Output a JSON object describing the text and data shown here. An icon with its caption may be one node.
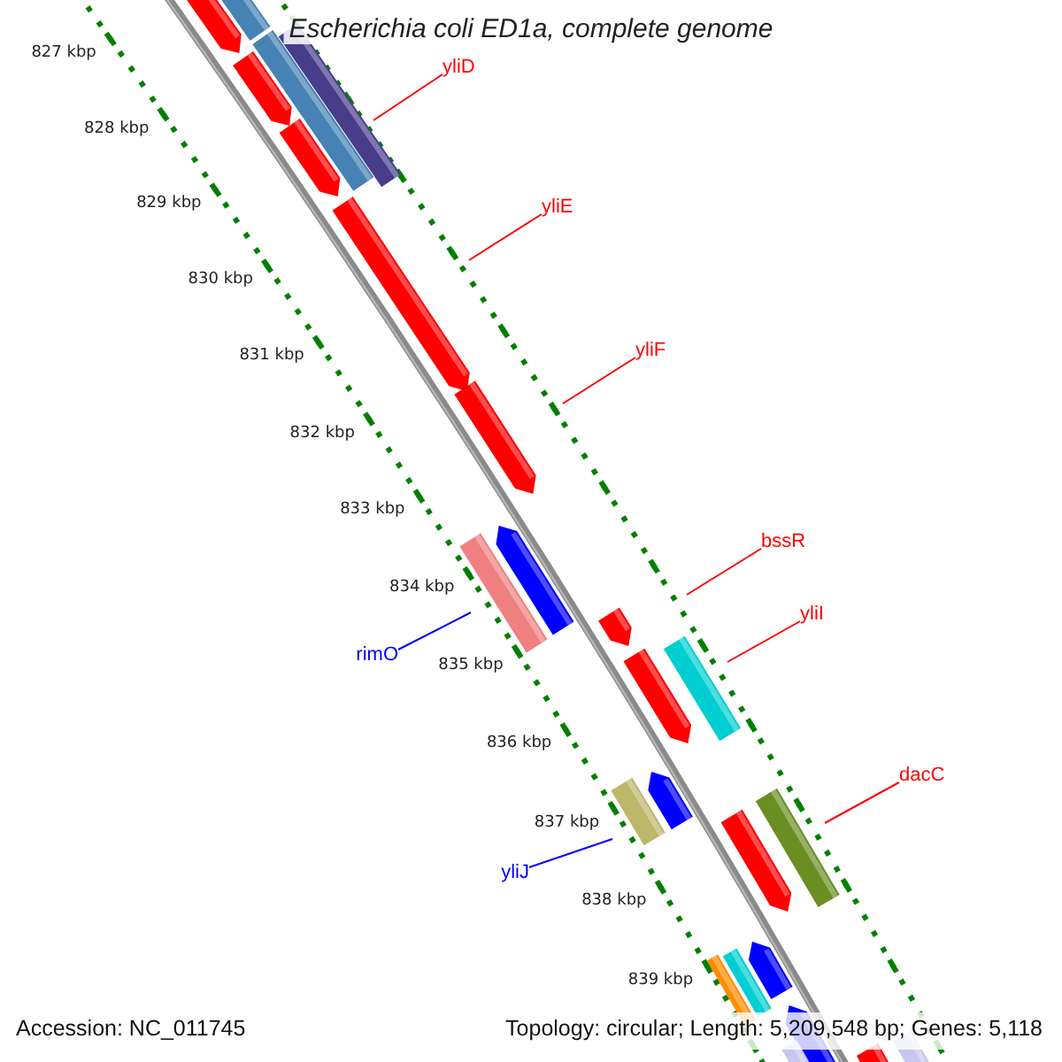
{
  "diagram": {
    "title": "Escherichia coli ED1a, complete genome",
    "nodes": [
      {
        "text": [
          "yliD"
        ]
      },
      {
        "text": [
          "yliE"
        ]
      },
      {
        "text": [
          "yliF"
        ]
      },
      {
        "text": [
          "bssR"
        ]
      },
      {
        "text": [
          "yliI"
        ]
      },
      {
        "text": [
          "dacC"
        ]
      },
      {
        "text": [
          "rimO"
        ]
      },
      {
        "text": [
          "yliJ"
        ]
      }
    ],
    "edges": [
      {
        "from": 0,
        "to": null,
        "arrow": "none"
      },
      {
        "from": 1,
        "to": null,
        "arrow": "none"
      },
      {
        "from": 2,
        "to": null,
        "arrow": "none"
      },
      {
        "from": 3,
        "to": null,
        "arrow": "none"
      },
      {
        "from": 4,
        "to": null,
        "arrow": "none"
      },
      {
        "from": 5,
        "to": null,
        "arrow": "none"
      },
      {
        "from": 6,
        "to": null,
        "arrow": "none",
        "color": "#0000ff"
      },
      {
        "from": 7,
        "to": null,
        "arrow": "none",
        "color": "#0000ff"
      }
    ],
    "labels": [
      "827 kbp",
      "828 kbp",
      "829 kbp",
      "830 kbp",
      "831 kbp",
      "832 kbp",
      "833 kbp",
      "834 kbp",
      "835 kbp",
      "836 kbp",
      "837 kbp",
      "838 kbp",
      "839 kbp",
      "Accession: NC_011745",
      "Topology: circular; Length: 5,209,548 bp; Genes: 5,118"
    ]
  }
}
